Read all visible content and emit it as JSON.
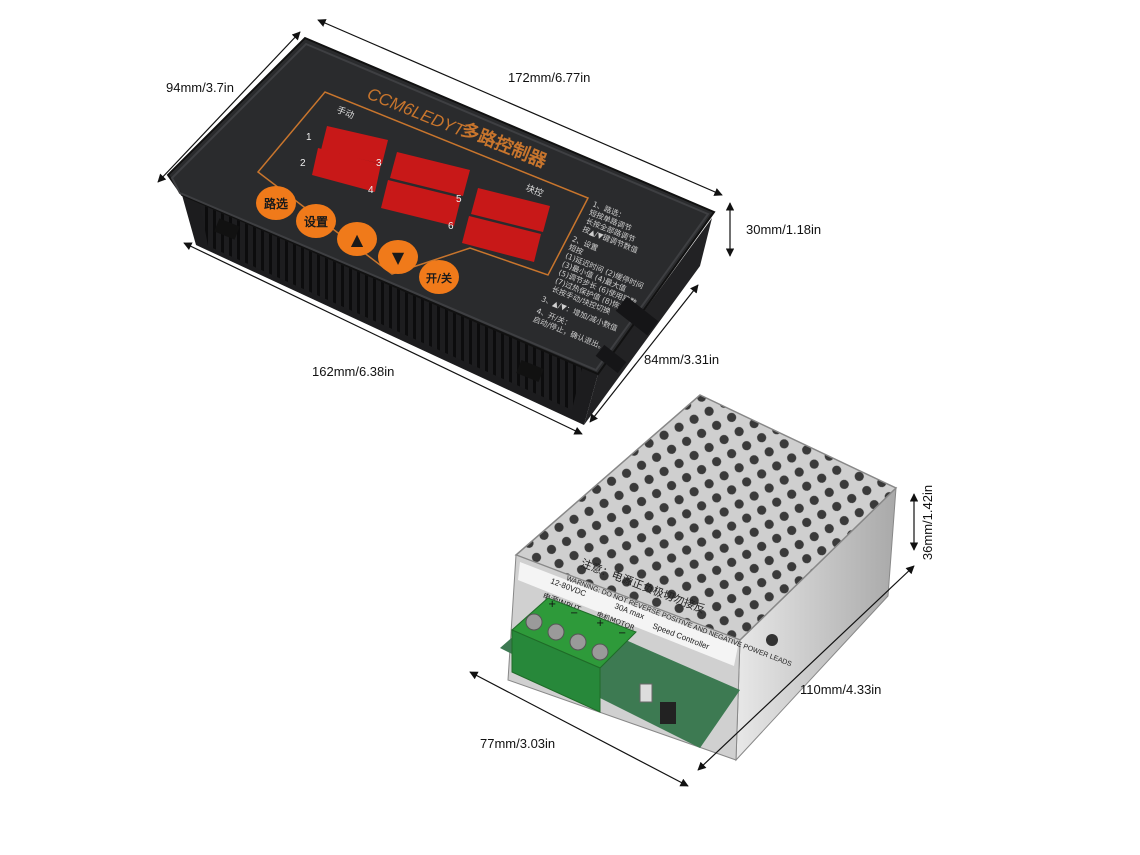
{
  "controller": {
    "model": "CCM6LEDYT",
    "title_cn": "多路控制器",
    "buttons": {
      "route_select": "路选",
      "settings": "设置",
      "up": "▲",
      "down": "▼",
      "on_off": "开/关"
    },
    "indicators": {
      "manual": "手动",
      "block_control": "块控"
    },
    "channel_numbers": [
      "1",
      "2",
      "3",
      "4",
      "5",
      "6"
    ],
    "instructions": [
      "1、路选：",
      "短按单路调节",
      "长按全部路调节",
      "按▲/▼键调节数值",
      "2、设置",
      "短按",
      "(1)延迟时间  (2)缓停时间",
      "(3)最小值    (4)最大值",
      "(5)调节步长  (6)使用路数",
      "(7)过热保护值 (8)恢复",
      "长按手动/块控切换",
      "3、▲/▼：增加/减小数值",
      "4、开/关：",
      "启动/停止，确认退出。"
    ]
  },
  "speed_controller": {
    "warning_cn": "注意：电源正负极切勿接反",
    "warning_en": "WARNING: DO NOT REVERSE POSITIVE AND NEGATIVE POWER LEADS",
    "voltage": "12-80VDC",
    "current": "30A max",
    "input_label": "电源INPUT",
    "motor_label": "电机MOTOR",
    "name": "Speed Controller",
    "terminal_signs": [
      "+",
      "−",
      "+",
      "−"
    ]
  },
  "dimensions": {
    "controller_depth": "94mm/3.7in",
    "controller_width_top": "172mm/6.77in",
    "controller_height": "30mm/1.18in",
    "controller_body_depth": "84mm/3.31in",
    "controller_width_bottom": "162mm/6.38in",
    "speed_height": "36mm/1.42in",
    "speed_length": "110mm/4.33in",
    "speed_width": "77mm/3.03in"
  },
  "colors": {
    "panel": "#2a2b2d",
    "led_red": "#c81818",
    "button_orange": "#f07a1a",
    "frame_line": "#c8752d",
    "metal": "#d8d8d8",
    "terminal_green": "#2e9a3a"
  }
}
